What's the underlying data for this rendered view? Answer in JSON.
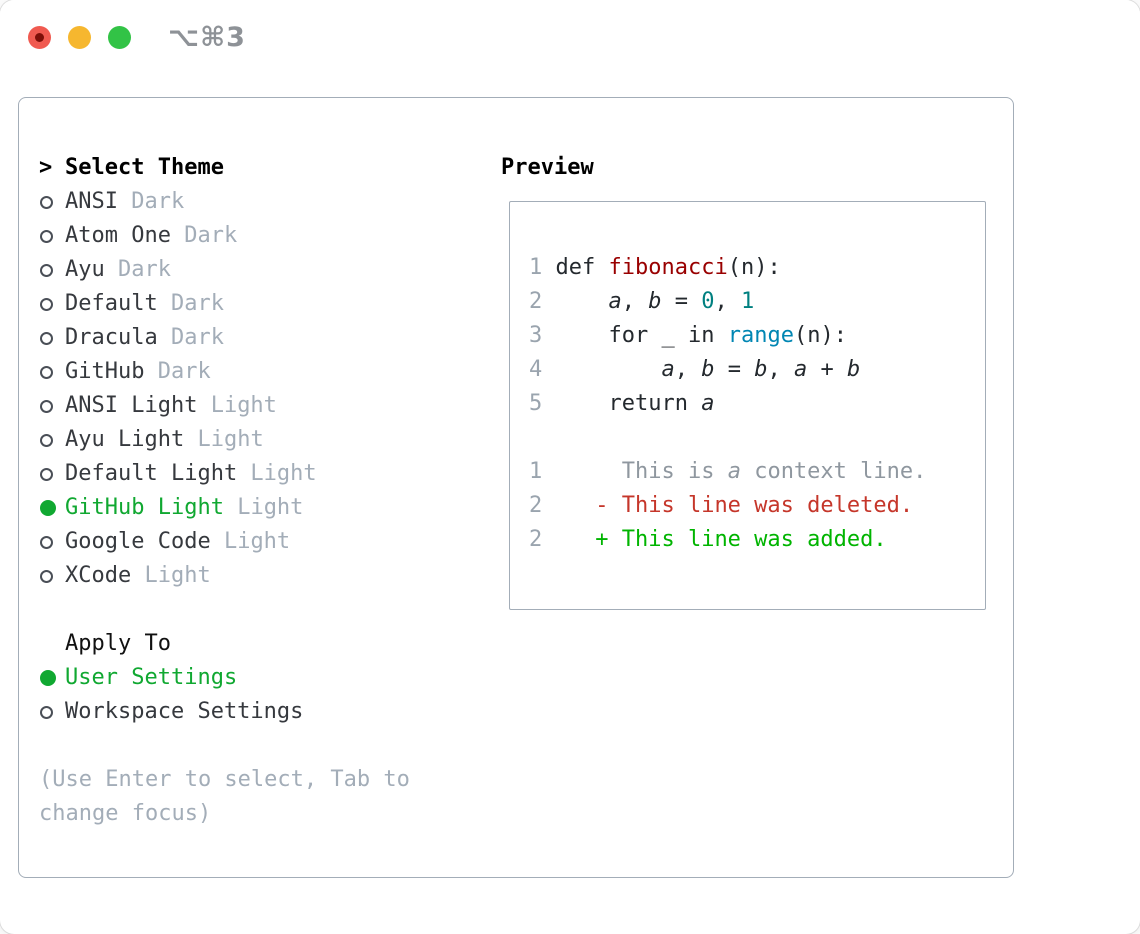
{
  "window": {
    "title": "⌥⌘3",
    "traffic_lights": [
      "close",
      "minimize",
      "zoom"
    ],
    "colors": {
      "close": "#f05a50",
      "close_dot": "#7d0f08",
      "minimize": "#f6b72f",
      "zoom": "#32c346",
      "accent_green": "#10a831",
      "panel_border": "#a3adb8"
    }
  },
  "theme_picker": {
    "heading_marker": ">",
    "heading": "Select Theme",
    "items": [
      {
        "name": "ANSI",
        "variant": "Dark",
        "selected": false
      },
      {
        "name": "Atom One",
        "variant": "Dark",
        "selected": false
      },
      {
        "name": "Ayu",
        "variant": "Dark",
        "selected": false
      },
      {
        "name": "Default",
        "variant": "Dark",
        "selected": false
      },
      {
        "name": "Dracula",
        "variant": "Dark",
        "selected": false
      },
      {
        "name": "GitHub",
        "variant": "Dark",
        "selected": false
      },
      {
        "name": "ANSI Light",
        "variant": "Light",
        "selected": false
      },
      {
        "name": "Ayu Light",
        "variant": "Light",
        "selected": false
      },
      {
        "name": "Default Light",
        "variant": "Light",
        "selected": false
      },
      {
        "name": "GitHub Light",
        "variant": "Light",
        "selected": true
      },
      {
        "name": "Google Code",
        "variant": "Light",
        "selected": false
      },
      {
        "name": "XCode",
        "variant": "Light",
        "selected": false
      }
    ],
    "apply_to": {
      "heading": "Apply To",
      "options": [
        {
          "label": "User Settings",
          "selected": true
        },
        {
          "label": "Workspace Settings",
          "selected": false
        }
      ]
    },
    "hint_lines": [
      "(Use Enter to select, Tab to",
      "change focus)"
    ]
  },
  "preview": {
    "heading": "Preview",
    "code_lines": [
      [
        {
          "t": "1",
          "c": "lineno"
        },
        {
          "t": " ",
          "c": "code"
        },
        {
          "t": "def",
          "c": "kw"
        },
        {
          "t": " ",
          "c": "code"
        },
        {
          "t": "fibonacci",
          "c": "fn"
        },
        {
          "t": "(n):",
          "c": "code"
        }
      ],
      [
        {
          "t": "2",
          "c": "lineno"
        },
        {
          "t": "     ",
          "c": "code"
        },
        {
          "t": "a",
          "c": "var"
        },
        {
          "t": ", ",
          "c": "code"
        },
        {
          "t": "b",
          "c": "var"
        },
        {
          "t": " = ",
          "c": "code"
        },
        {
          "t": "0",
          "c": "numlit"
        },
        {
          "t": ", ",
          "c": "code"
        },
        {
          "t": "1",
          "c": "numlit"
        }
      ],
      [
        {
          "t": "3",
          "c": "lineno"
        },
        {
          "t": "     ",
          "c": "code"
        },
        {
          "t": "for",
          "c": "kw"
        },
        {
          "t": " _ ",
          "c": "code"
        },
        {
          "t": "in",
          "c": "kw"
        },
        {
          "t": " ",
          "c": "code"
        },
        {
          "t": "range",
          "c": "builtin"
        },
        {
          "t": "(n):",
          "c": "code"
        }
      ],
      [
        {
          "t": "4",
          "c": "lineno"
        },
        {
          "t": "         ",
          "c": "code"
        },
        {
          "t": "a",
          "c": "var"
        },
        {
          "t": ", ",
          "c": "code"
        },
        {
          "t": "b",
          "c": "var"
        },
        {
          "t": " = ",
          "c": "code"
        },
        {
          "t": "b",
          "c": "var"
        },
        {
          "t": ", ",
          "c": "code"
        },
        {
          "t": "a",
          "c": "var"
        },
        {
          "t": " + ",
          "c": "code"
        },
        {
          "t": "b",
          "c": "var"
        }
      ],
      [
        {
          "t": "5",
          "c": "lineno"
        },
        {
          "t": "     ",
          "c": "code"
        },
        {
          "t": "return",
          "c": "kw"
        },
        {
          "t": " ",
          "c": "code"
        },
        {
          "t": "a",
          "c": "var"
        }
      ],
      [],
      [
        {
          "t": "1",
          "c": "lineno"
        },
        {
          "t": "      ",
          "c": "ctx"
        },
        {
          "t": "This is ",
          "c": "ctx"
        },
        {
          "t": "a",
          "c": "ctx-var"
        },
        {
          "t": " context line.",
          "c": "ctx"
        }
      ],
      [
        {
          "t": "2",
          "c": "lineno"
        },
        {
          "t": "    ",
          "c": "code"
        },
        {
          "t": "- This line was deleted.",
          "c": "del"
        }
      ],
      [
        {
          "t": "2",
          "c": "lineno"
        },
        {
          "t": "    ",
          "c": "code"
        },
        {
          "t": "+ This line was added.",
          "c": "add"
        }
      ]
    ],
    "syntax_colors": {
      "line_number": "#9aa4ae",
      "default": "#24292e",
      "function_name": "#990000",
      "number_literal": "#008080",
      "builtin": "#0086b3",
      "context_line": "#8f979f",
      "deleted_line": "#c5362a",
      "added_line": "#00b400"
    }
  }
}
